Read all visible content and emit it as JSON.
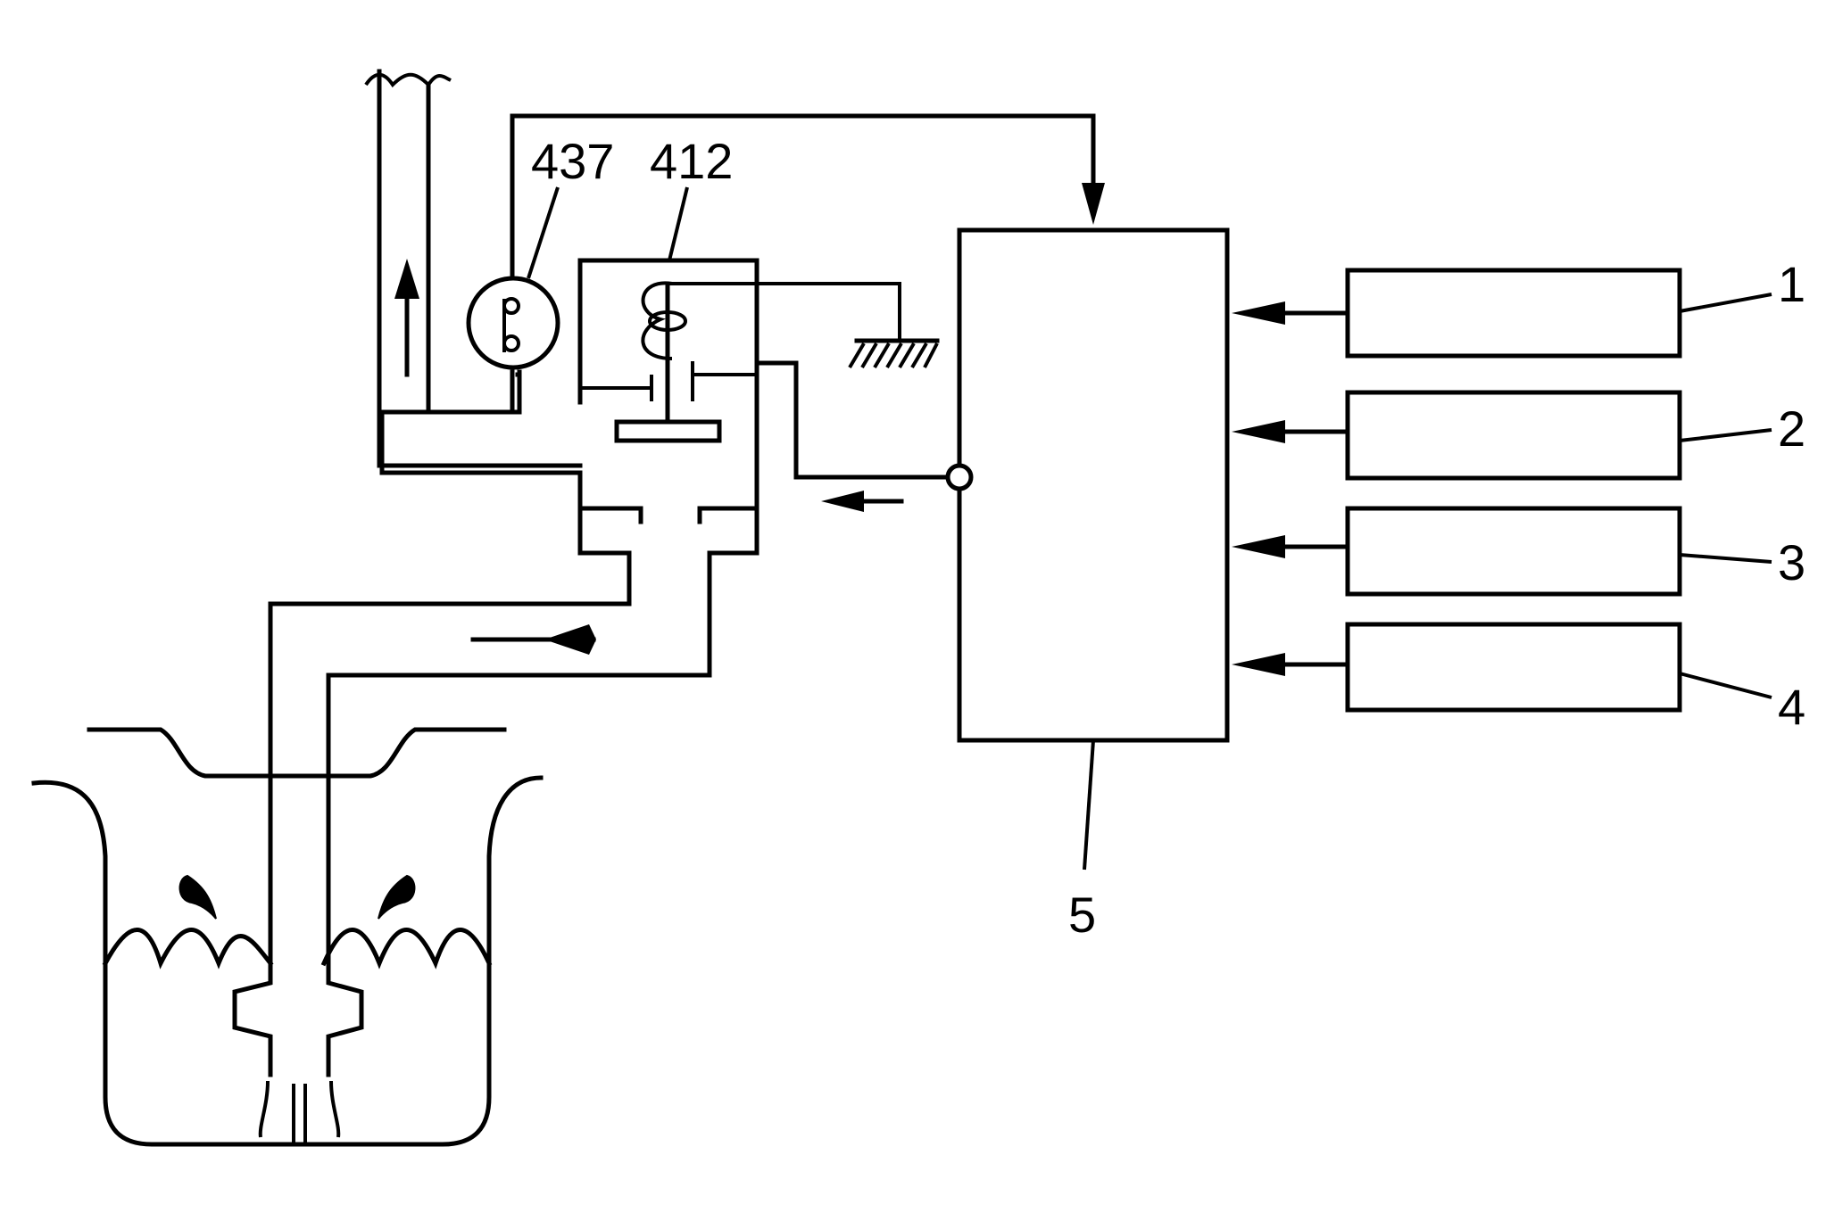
{
  "labels": {
    "pressure_sensor": "437",
    "regulator_valve": "412",
    "control_unit": "5",
    "input_1": "1",
    "input_2": "2",
    "input_3": "3",
    "input_4": "4"
  }
}
